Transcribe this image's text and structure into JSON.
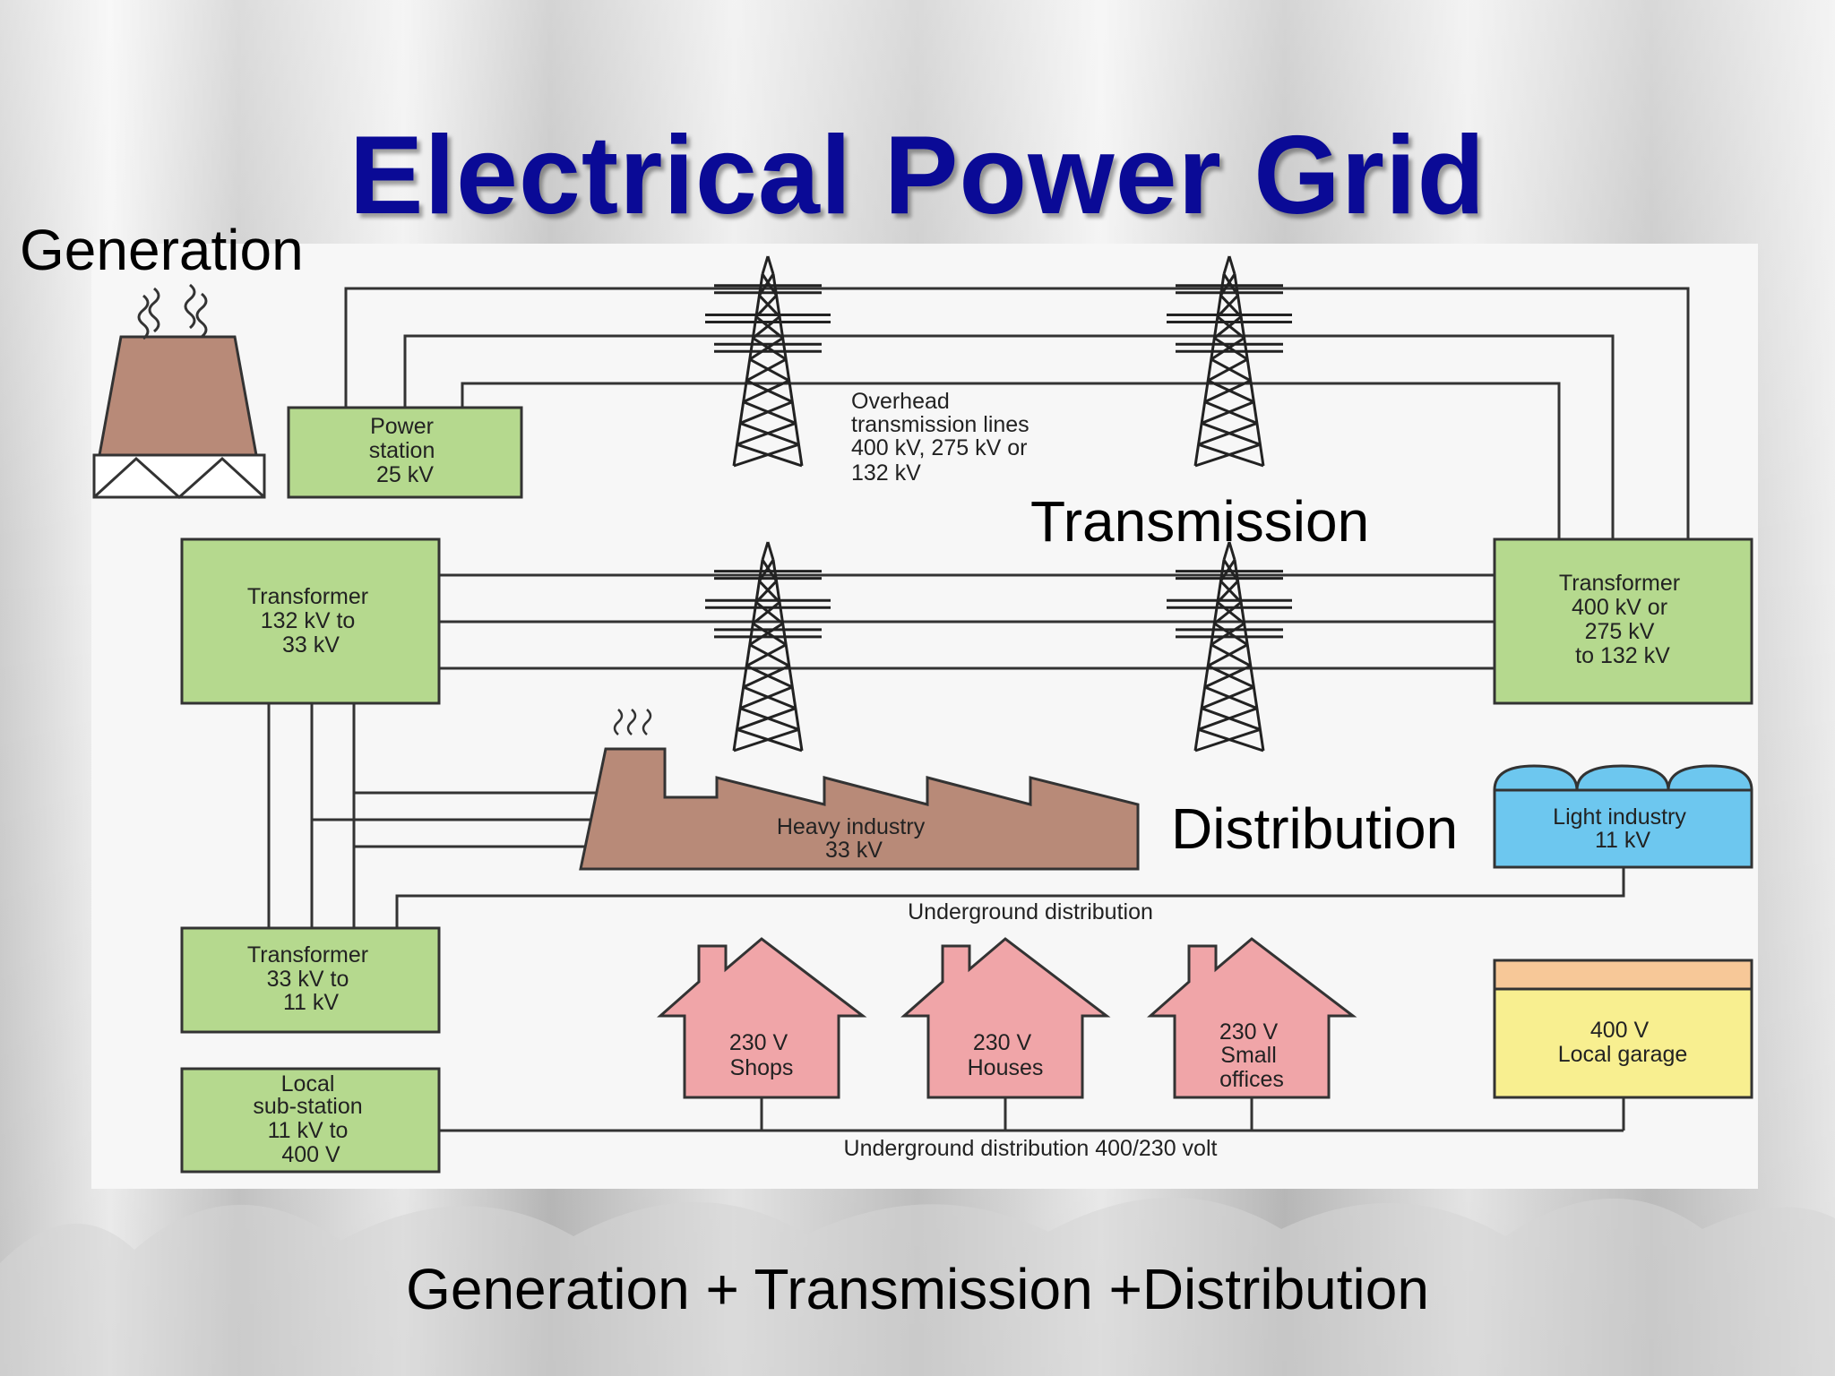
{
  "title": "Electrical Power Grid",
  "labels": {
    "generation": "Generation",
    "transmission": "Transmission",
    "distribution": "Distribution"
  },
  "footer": "Generation + Transmission +Distribution",
  "diagram": {
    "power_station": [
      "Power",
      "station",
      "25 kV"
    ],
    "overhead_lines": [
      "Overhead",
      "transmission lines",
      "400 kV, 275 kV or",
      "132 kV"
    ],
    "transformer_132_33": [
      "Transformer",
      "132 kV to",
      "33 kV"
    ],
    "transformer_400_132": [
      "Transformer",
      "400 kV or",
      "275 kV",
      "to 132 kV"
    ],
    "heavy_industry": [
      "Heavy industry",
      "33 kV"
    ],
    "light_industry": [
      "Light industry",
      "11 kV"
    ],
    "underground_distribution": "Underground distribution",
    "transformer_33_11": [
      "Transformer",
      "33 kV to",
      "11 kV"
    ],
    "local_substation": [
      "Local",
      "sub-station",
      "11 kV to",
      "400 V"
    ],
    "shops": [
      "230 V",
      "Shops"
    ],
    "houses": [
      "230 V",
      "Houses"
    ],
    "offices": [
      "230 V",
      "Small",
      "offices"
    ],
    "garage": [
      "400 V",
      "Local garage"
    ],
    "underground_400_230": "Underground distribution 400/230 volt"
  },
  "colors": {
    "title": "#0a0a96",
    "box_green": "#b5d98e",
    "brown": "#b88a78",
    "house_pink": "#f0a5a8",
    "light_blue": "#6dc7ef",
    "garage_yellow": "#f8ef90",
    "garage_orange": "#f7c898"
  }
}
